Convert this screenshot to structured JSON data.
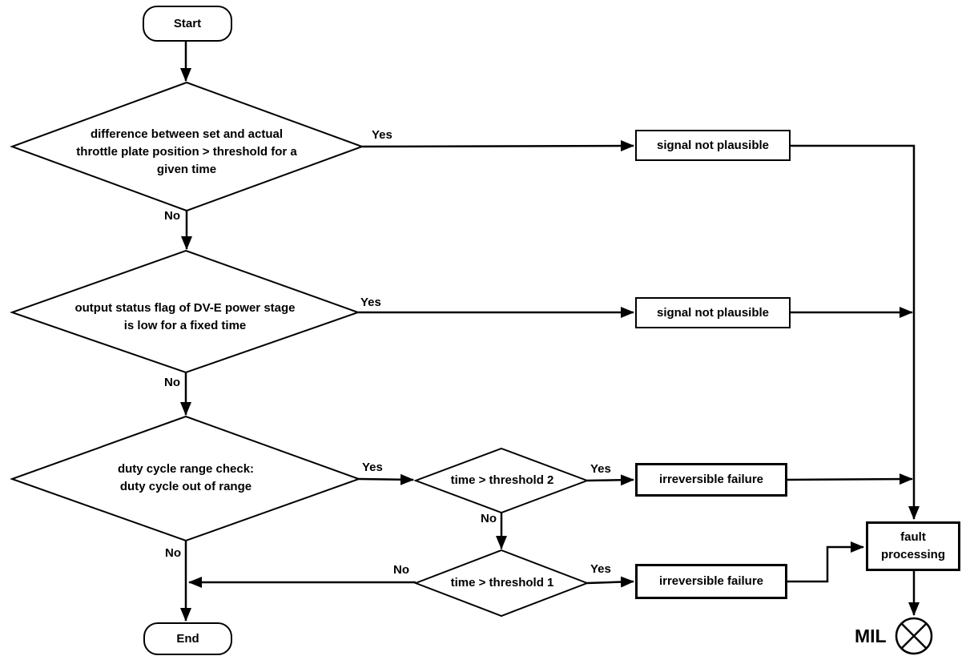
{
  "nodes": {
    "start": {
      "label": "Start"
    },
    "end": {
      "label": "End"
    },
    "d1": {
      "lines": [
        "difference between set and actual",
        "throttle plate position > threshold  for a",
        "given time"
      ]
    },
    "d2": {
      "lines": [
        "output status flag of DV-E power stage",
        "is low for a fixed time"
      ]
    },
    "d3": {
      "lines": [
        "duty cycle range check:",
        "duty cycle out of range"
      ]
    },
    "d4": {
      "label": "time > threshold 2"
    },
    "d5": {
      "label": "time > threshold 1"
    },
    "snp1": {
      "label": "signal not plausible"
    },
    "snp2": {
      "label": "signal not plausible"
    },
    "if1": {
      "label": "irreversible failure"
    },
    "if2": {
      "label": "irreversible failure"
    },
    "fp": {
      "lines": [
        "fault",
        "processing"
      ]
    },
    "mil": {
      "label": "MIL"
    }
  },
  "edge_labels": {
    "d1_yes": "Yes",
    "d1_no": "No",
    "d2_yes": "Yes",
    "d2_no": "No",
    "d3_yes": "Yes",
    "d3_no": "No",
    "d4_yes": "Yes",
    "d4_no": "No",
    "d5_yes": "Yes",
    "d5_no": "No"
  },
  "colors": {
    "stroke": "#000000",
    "background": "#ffffff"
  }
}
